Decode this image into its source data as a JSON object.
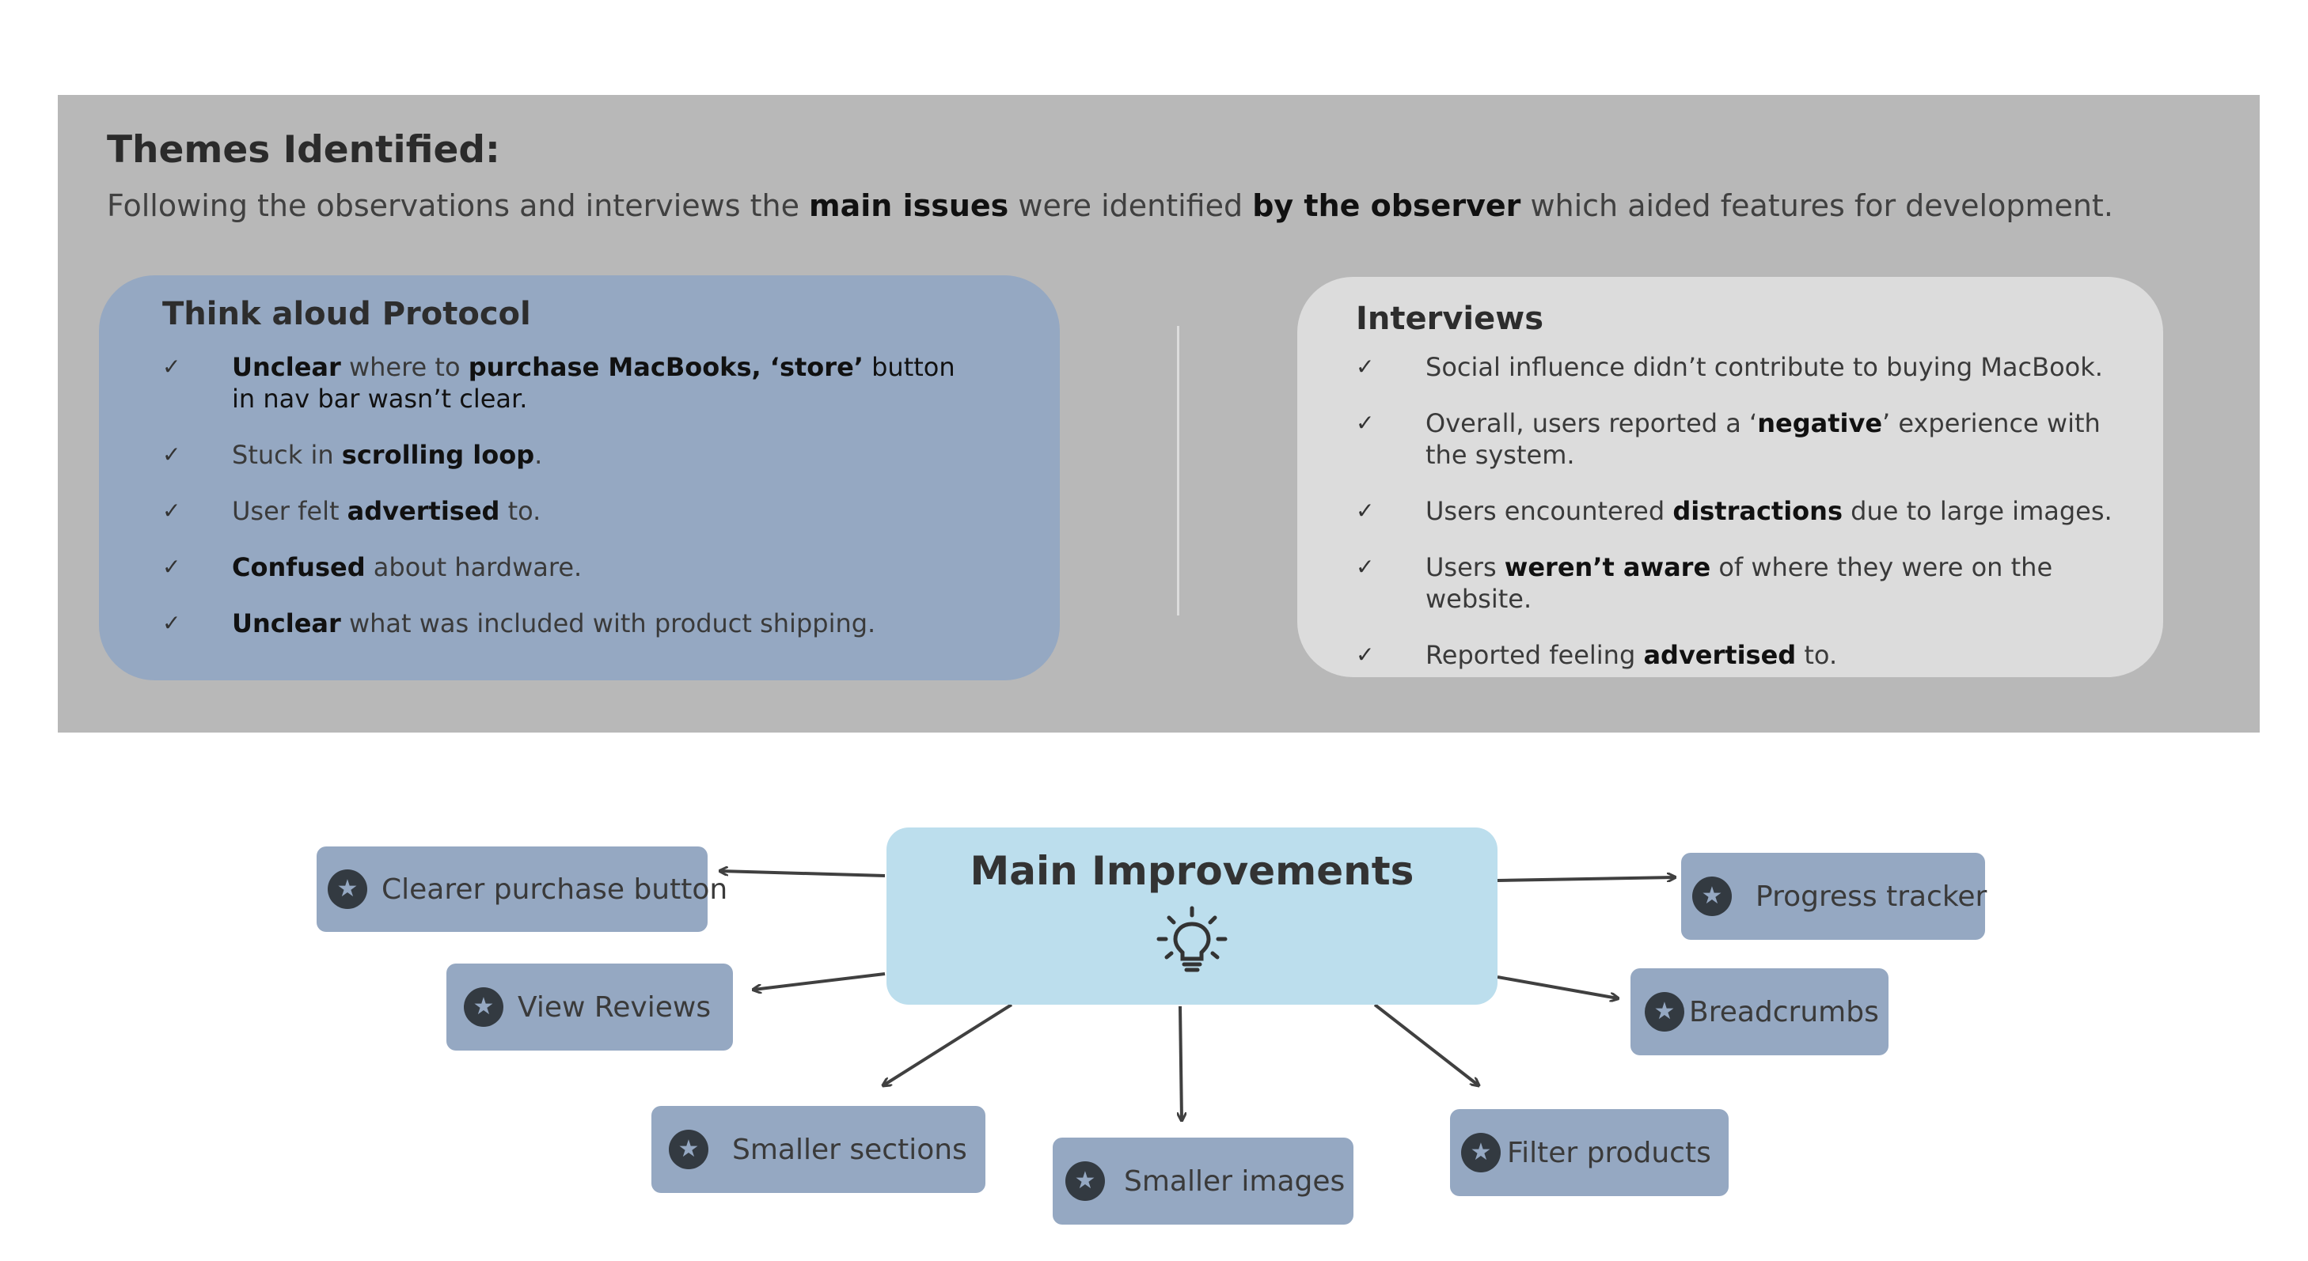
{
  "themes": {
    "title": "Themes Identified:",
    "subtitle": [
      {
        "text": "Following the observations and interviews the ",
        "bold": false
      },
      {
        "text": "main issues",
        "bold": true
      },
      {
        "text": " were identified ",
        "bold": false
      },
      {
        "text": "by the observer",
        "bold": true
      },
      {
        "text": " which aided features for development.",
        "bold": false
      }
    ]
  },
  "think_aloud": {
    "title": "Think aloud Protocol",
    "check_glyph": "✓",
    "items": [
      [
        {
          "text": "Unclear",
          "bold": true
        },
        {
          "text": " where to ",
          "bold": false
        },
        {
          "text": "purchase MacBooks, ‘store’",
          "bold": true
        },
        {
          "text": " button in nav bar wasn’t clear.",
          "bold": false,
          "dark": true
        }
      ],
      [
        {
          "text": "Stuck in ",
          "bold": false
        },
        {
          "text": "scrolling loop",
          "bold": true
        },
        {
          "text": ".",
          "bold": false
        }
      ],
      [
        {
          "text": "User felt ",
          "bold": false
        },
        {
          "text": "advertised",
          "bold": true
        },
        {
          "text": " to.",
          "bold": false
        }
      ],
      [
        {
          "text": "Confused",
          "bold": true
        },
        {
          "text": " about hardware.",
          "bold": false
        }
      ],
      [
        {
          "text": "Unclear",
          "bold": true
        },
        {
          "text": " what was included with product shipping.",
          "bold": false
        }
      ]
    ]
  },
  "interviews": {
    "title": "Interviews",
    "check_glyph": "✓",
    "items": [
      [
        {
          "text": "Social influence didn’t contribute to buying MacBook.",
          "bold": false
        }
      ],
      [
        {
          "text": "Overall, users reported a ‘",
          "bold": false
        },
        {
          "text": "negative",
          "bold": true
        },
        {
          "text": "’ experience with the system.",
          "bold": false
        }
      ],
      [
        {
          "text": "Users encountered ",
          "bold": false
        },
        {
          "text": "distractions",
          "bold": true
        },
        {
          "text": " due to large images.",
          "bold": false
        }
      ],
      [
        {
          "text": "Users ",
          "bold": false
        },
        {
          "text": "weren’t aware",
          "bold": true
        },
        {
          "text": " of where they were on the website.",
          "bold": false
        }
      ],
      [
        {
          "text": "Reported feeling ",
          "bold": false
        },
        {
          "text": "advertised",
          "bold": true
        },
        {
          "text": " to.",
          "bold": false
        }
      ]
    ]
  },
  "diagram": {
    "center_title": "Main Improvements",
    "center_icon": "lightbulb-icon",
    "node_icon": "star-icon",
    "colors": {
      "center": "#bcdeed",
      "node": "#95a8c2",
      "panel": "#b8b8b8",
      "arrow": "#404040"
    },
    "nodes": [
      {
        "id": "clearer-purchase-button",
        "label": "Clearer purchase button"
      },
      {
        "id": "view-reviews",
        "label": "View Reviews"
      },
      {
        "id": "smaller-sections",
        "label": "Smaller sections"
      },
      {
        "id": "smaller-images",
        "label": "Smaller images"
      },
      {
        "id": "filter-products",
        "label": "Filter products"
      },
      {
        "id": "breadcrumbs",
        "label": "Breadcrumbs"
      },
      {
        "id": "progress-tracker",
        "label": "Progress tracker"
      }
    ]
  }
}
